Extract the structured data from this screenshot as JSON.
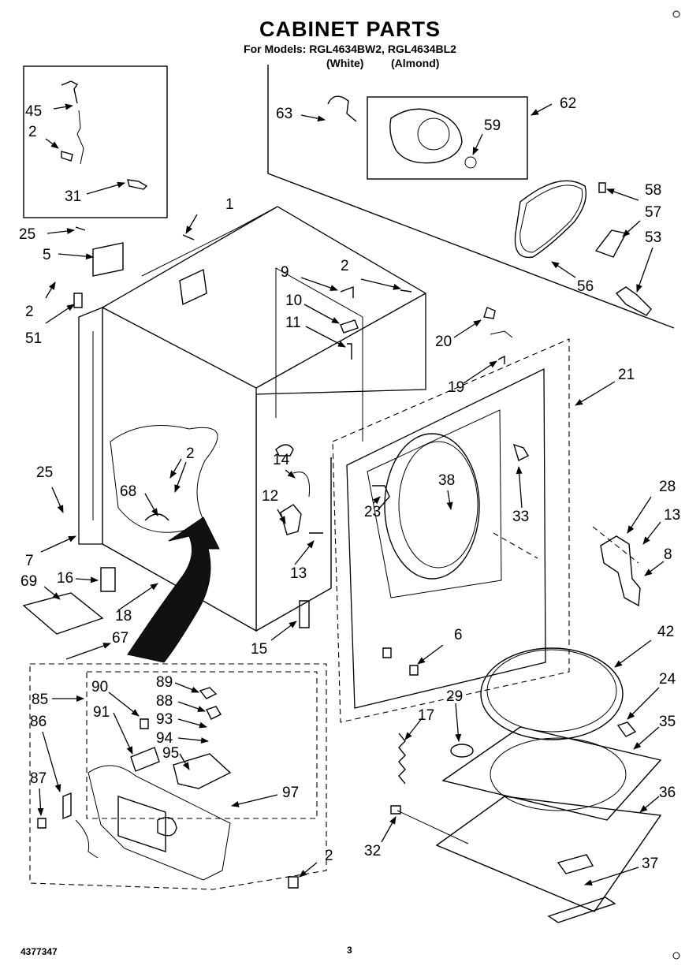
{
  "header": {
    "title": "CABINET PARTS",
    "models_line": "For Models: RGL4634BW2, RGL4634BL2",
    "color_white": "(White)",
    "color_almond": "(Almond)"
  },
  "footer": {
    "doc_number": "4377347",
    "page_number": "3"
  },
  "callouts": [
    {
      "id": "c45",
      "label": "45"
    },
    {
      "id": "c2a",
      "label": "2"
    },
    {
      "id": "c31",
      "label": "31"
    },
    {
      "id": "c63",
      "label": "63"
    },
    {
      "id": "c59",
      "label": "59"
    },
    {
      "id": "c62",
      "label": "62"
    },
    {
      "id": "c1",
      "label": "1"
    },
    {
      "id": "c25a",
      "label": "25"
    },
    {
      "id": "c5",
      "label": "5"
    },
    {
      "id": "c2b",
      "label": "2"
    },
    {
      "id": "c51",
      "label": "51"
    },
    {
      "id": "c9",
      "label": "9"
    },
    {
      "id": "c2c",
      "label": "2"
    },
    {
      "id": "c10",
      "label": "10"
    },
    {
      "id": "c11",
      "label": "11"
    },
    {
      "id": "c58",
      "label": "58"
    },
    {
      "id": "c57",
      "label": "57"
    },
    {
      "id": "c53",
      "label": "53"
    },
    {
      "id": "c56",
      "label": "56"
    },
    {
      "id": "c20",
      "label": "20"
    },
    {
      "id": "c21",
      "label": "21"
    },
    {
      "id": "c19",
      "label": "19"
    },
    {
      "id": "c2d",
      "label": "2"
    },
    {
      "id": "c68",
      "label": "68"
    },
    {
      "id": "c25b",
      "label": "25"
    },
    {
      "id": "c14",
      "label": "14"
    },
    {
      "id": "c12",
      "label": "12"
    },
    {
      "id": "c13a",
      "label": "13"
    },
    {
      "id": "c7",
      "label": "7"
    },
    {
      "id": "c16",
      "label": "16"
    },
    {
      "id": "c69",
      "label": "69"
    },
    {
      "id": "c18",
      "label": "18"
    },
    {
      "id": "c15",
      "label": "15"
    },
    {
      "id": "c67",
      "label": "67"
    },
    {
      "id": "c23",
      "label": "23"
    },
    {
      "id": "c38",
      "label": "38"
    },
    {
      "id": "c33",
      "label": "33"
    },
    {
      "id": "c28",
      "label": "28"
    },
    {
      "id": "c13b",
      "label": "13"
    },
    {
      "id": "c8",
      "label": "8"
    },
    {
      "id": "c6",
      "label": "6"
    },
    {
      "id": "c42",
      "label": "42"
    },
    {
      "id": "c24",
      "label": "24"
    },
    {
      "id": "c35",
      "label": "35"
    },
    {
      "id": "c36",
      "label": "36"
    },
    {
      "id": "c37",
      "label": "37"
    },
    {
      "id": "c29",
      "label": "29"
    },
    {
      "id": "c17",
      "label": "17"
    },
    {
      "id": "c32",
      "label": "32"
    },
    {
      "id": "c2e",
      "label": "2"
    },
    {
      "id": "c85",
      "label": "85"
    },
    {
      "id": "c90",
      "label": "90"
    },
    {
      "id": "c91",
      "label": "91"
    },
    {
      "id": "c89",
      "label": "89"
    },
    {
      "id": "c88",
      "label": "88"
    },
    {
      "id": "c93",
      "label": "93"
    },
    {
      "id": "c94",
      "label": "94"
    },
    {
      "id": "c95",
      "label": "95"
    },
    {
      "id": "c86",
      "label": "86"
    },
    {
      "id": "c87",
      "label": "87"
    },
    {
      "id": "c97",
      "label": "97"
    }
  ]
}
